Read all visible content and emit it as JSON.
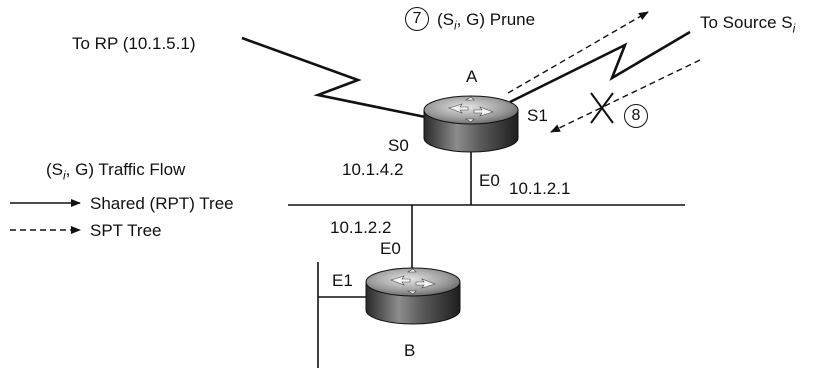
{
  "labels": {
    "to_rp": "To RP (10.1.5.1)",
    "prune_step": "7",
    "prune_text_pre": "(S",
    "prune_text_sub": "i",
    "prune_text_post": ", G) Prune",
    "to_source_pre": "To Source S",
    "to_source_sub": "i",
    "router_a": "A",
    "router_b": "B",
    "a_s1": "S1",
    "a_s0": "S0",
    "a_s0_ip": "10.1.4.2",
    "a_e0": "E0",
    "a_e0_ip": "10.1.2.1",
    "b_e0_ip": "10.1.2.2",
    "b_e0": "E0",
    "b_e1": "E1",
    "step_8": "8"
  },
  "legend": {
    "title_pre": "(S",
    "title_sub": "i",
    "title_post": ", G) Traffic Flow",
    "shared_tree": "Shared (RPT) Tree",
    "spt_tree": "SPT Tree"
  },
  "colors": {
    "line": "#111111",
    "router_dark": "#3a3a3a",
    "router_light": "#d9d9d9"
  }
}
